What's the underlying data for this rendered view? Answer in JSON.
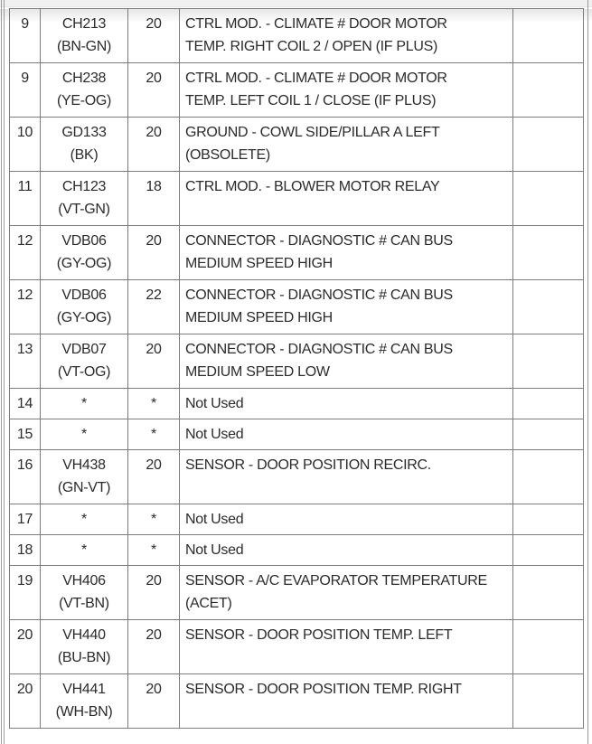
{
  "page": {
    "kind": "connector-pinout-table-fragment",
    "colors": {
      "table_border": "#7c7c7c",
      "outer_lines": "#9b9b9b",
      "top_strip": "#f0f0f0",
      "text": "#2b2b2b",
      "background": "#ffffff"
    }
  },
  "table": {
    "columns": [
      "pin",
      "circuit",
      "gauge",
      "function",
      "notes"
    ],
    "rows": [
      {
        "pin": "9",
        "circuit": "CH213\n(BN-GN)",
        "gauge": "20",
        "function": "CTRL MOD. - CLIMATE # DOOR MOTOR\nTEMP. RIGHT COIL 2 / OPEN (IF PLUS)",
        "notes": ""
      },
      {
        "pin": "9",
        "circuit": "CH238\n(YE-OG)",
        "gauge": "20",
        "function": "CTRL MOD. - CLIMATE # DOOR MOTOR\nTEMP. LEFT COIL 1 / CLOSE (IF PLUS)",
        "notes": ""
      },
      {
        "pin": "10",
        "circuit": "GD133\n(BK)",
        "gauge": "20",
        "function": "GROUND - COWL SIDE/PILLAR A LEFT\n(OBSOLETE)",
        "notes": ""
      },
      {
        "pin": "11",
        "circuit": "CH123\n(VT-GN)",
        "gauge": "18",
        "function": "CTRL MOD. - BLOWER MOTOR RELAY",
        "notes": ""
      },
      {
        "pin": "12",
        "circuit": "VDB06\n(GY-OG)",
        "gauge": "20",
        "function": "CONNECTOR - DIAGNOSTIC # CAN BUS\nMEDIUM SPEED HIGH",
        "notes": ""
      },
      {
        "pin": "12",
        "circuit": "VDB06\n(GY-OG)",
        "gauge": "22",
        "function": "CONNECTOR - DIAGNOSTIC # CAN BUS\nMEDIUM SPEED HIGH",
        "notes": ""
      },
      {
        "pin": "13",
        "circuit": "VDB07\n(VT-OG)",
        "gauge": "20",
        "function": "CONNECTOR - DIAGNOSTIC # CAN BUS\nMEDIUM SPEED LOW",
        "notes": ""
      },
      {
        "pin": "14",
        "circuit": "*",
        "gauge": "*",
        "function": "Not Used",
        "notes": ""
      },
      {
        "pin": "15",
        "circuit": "*",
        "gauge": "*",
        "function": "Not Used",
        "notes": ""
      },
      {
        "pin": "16",
        "circuit": "VH438\n(GN-VT)",
        "gauge": "20",
        "function": "SENSOR - DOOR POSITION RECIRC.",
        "notes": ""
      },
      {
        "pin": "17",
        "circuit": "*",
        "gauge": "*",
        "function": "Not Used",
        "notes": ""
      },
      {
        "pin": "18",
        "circuit": "*",
        "gauge": "*",
        "function": "Not Used",
        "notes": ""
      },
      {
        "pin": "19",
        "circuit": "VH406\n(VT-BN)",
        "gauge": "20",
        "function": "SENSOR - A/C EVAPORATOR TEMPERATURE\n(ACET)",
        "notes": ""
      },
      {
        "pin": "20",
        "circuit": "VH440\n(BU-BN)",
        "gauge": "20",
        "function": "SENSOR - DOOR POSITION TEMP. LEFT",
        "notes": ""
      },
      {
        "pin": "20",
        "circuit": "VH441\n(WH-BN)",
        "gauge": "20",
        "function": "SENSOR - DOOR POSITION TEMP. RIGHT",
        "notes": ""
      }
    ]
  }
}
